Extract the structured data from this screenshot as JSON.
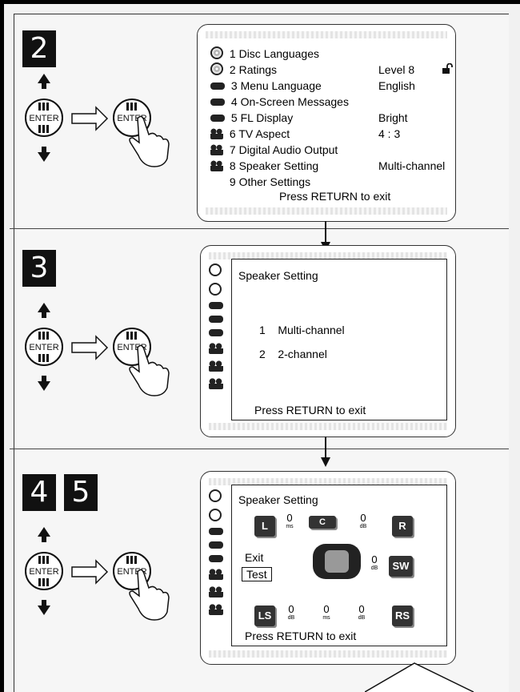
{
  "steps": {
    "step2": "2",
    "step3": "3",
    "step4": "4",
    "step5": "5"
  },
  "remote": {
    "enter_label": "ENTER"
  },
  "menu": {
    "items": [
      {
        "num": "1",
        "label": "Disc Languages",
        "value": "",
        "icon": "disc-icon"
      },
      {
        "num": "2",
        "label": "Ratings",
        "value": "Level  8",
        "icon": "disc-icon"
      },
      {
        "num": "3",
        "label": "Menu Language",
        "value": "English",
        "icon": "display-bar-icon"
      },
      {
        "num": "4",
        "label": "On-Screen Messages",
        "value": "",
        "icon": "display-bar-icon"
      },
      {
        "num": "5",
        "label": "FL Display",
        "value": "Bright",
        "icon": "display-bar-icon"
      },
      {
        "num": "6",
        "label": "TV Aspect",
        "value": "4 : 3",
        "icon": "speakers-icon"
      },
      {
        "num": "7",
        "label": "Digital Audio Output",
        "value": "",
        "icon": "speakers-icon"
      },
      {
        "num": "8",
        "label": "Speaker Setting",
        "value": "Multi-channel",
        "icon": "speakers-icon"
      },
      {
        "num": "9",
        "label": "Other Settings",
        "value": "",
        "icon": ""
      }
    ],
    "footer": "Press RETURN to exit"
  },
  "speaker_menu": {
    "title": "Speaker Setting",
    "options": [
      {
        "num": "1",
        "label": "Multi-channel"
      },
      {
        "num": "2",
        "label": "2-channel"
      }
    ],
    "footer": "Press RETURN to exit"
  },
  "speaker_layout": {
    "title": "Speaker Setting",
    "speakers": {
      "L": "L",
      "C": "C",
      "R": "R",
      "SW": "SW",
      "LS": "LS",
      "RS": "RS"
    },
    "values": {
      "l_delay": {
        "n": "0",
        "u": "ms"
      },
      "c_level": {
        "n": "0",
        "u": "dB"
      },
      "sw_level": {
        "n": "0",
        "u": "dB"
      },
      "ls_level": {
        "n": "0",
        "u": "dB"
      },
      "s_delay": {
        "n": "0",
        "u": "ms"
      },
      "rs_level": {
        "n": "0",
        "u": "dB"
      }
    },
    "exit_label": "Exit",
    "test_label": "Test",
    "footer": "Press RETURN to exit"
  }
}
